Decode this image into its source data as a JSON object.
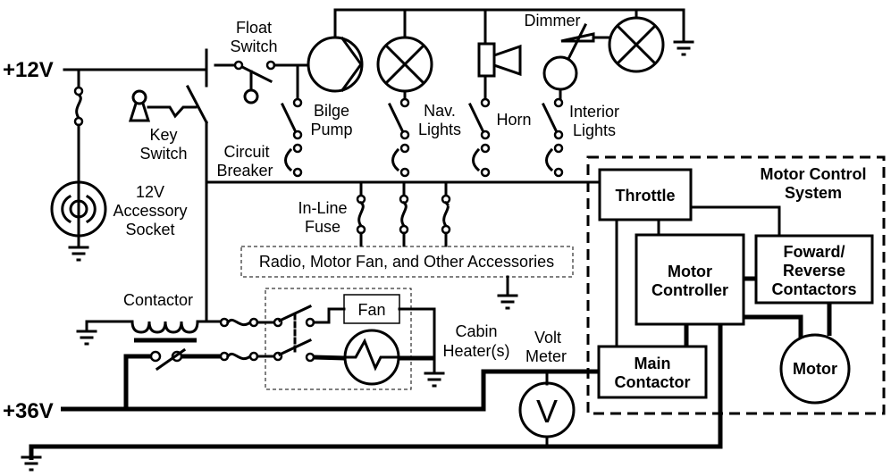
{
  "rails": {
    "v12": "+12V",
    "v36": "+36V"
  },
  "labels": {
    "float_switch": [
      "Float",
      "Switch"
    ],
    "key_switch": [
      "Key",
      "Switch"
    ],
    "circuit_breaker": [
      "Circuit",
      "Breaker"
    ],
    "accessory_socket": [
      "12V",
      "Accessory",
      "Socket"
    ],
    "bilge_pump": [
      "Bilge",
      "Pump"
    ],
    "nav_lights": [
      "Nav.",
      "Lights"
    ],
    "horn": "Horn",
    "interior_lights": [
      "Interior",
      "Lights"
    ],
    "dimmer": "Dimmer",
    "inline_fuse": [
      "In-Line",
      "Fuse"
    ],
    "accessories": "Radio, Motor Fan, and Other Accessories",
    "contactor": "Contactor",
    "fan": "Fan",
    "cabin_heater": [
      "Cabin",
      "Heater(s)"
    ],
    "volt_meter": [
      "Volt",
      "Meter"
    ],
    "volt_symbol": "V"
  },
  "motor_control": {
    "title": [
      "Motor Control",
      "System"
    ],
    "throttle": "Throttle",
    "motor_controller": [
      "Motor",
      "Controller"
    ],
    "fr_contactors": [
      "Foward/",
      "Reverse",
      "Contactors"
    ],
    "main_contactor": [
      "Main",
      "Contactor"
    ],
    "motor": "Motor"
  }
}
